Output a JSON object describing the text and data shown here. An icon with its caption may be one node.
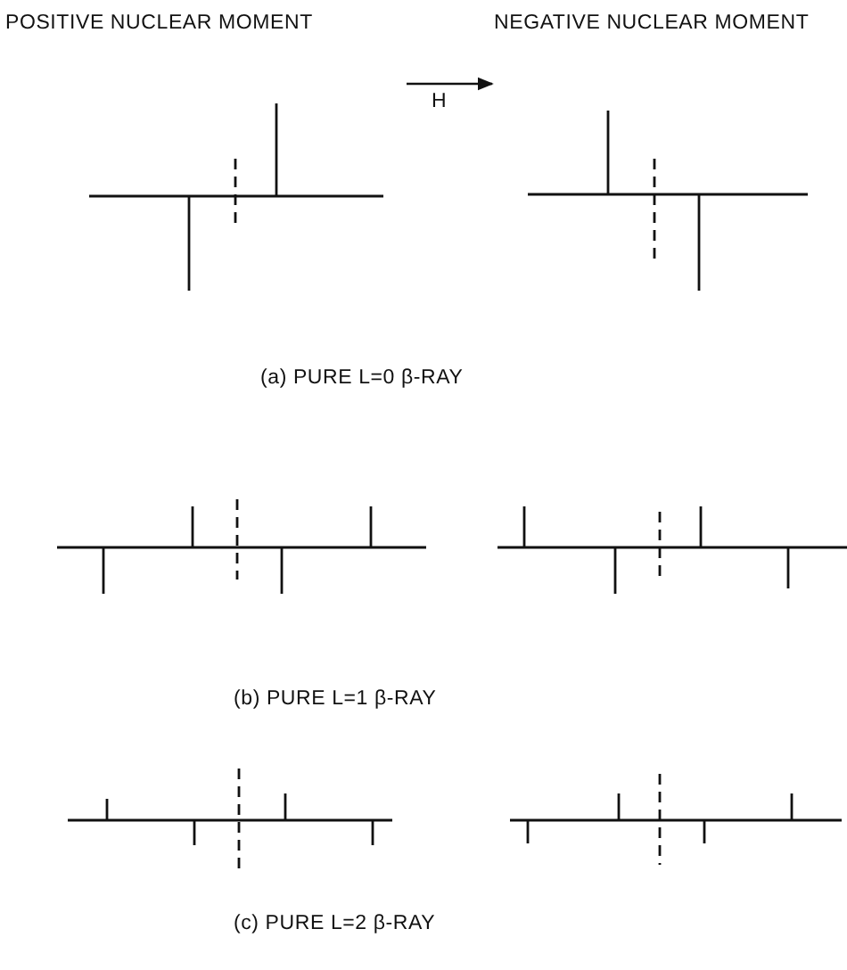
{
  "diagram": {
    "labels": [
      "POSITIVE NUCLEAR MOMENT",
      "NEGATIVE NUCLEAR MOMENT",
      "H",
      "(a) PURE L=0 β-RAY",
      "(b) PURE L=1 β-RAY",
      "(c) PURE L=2 β-RAY"
    ]
  }
}
